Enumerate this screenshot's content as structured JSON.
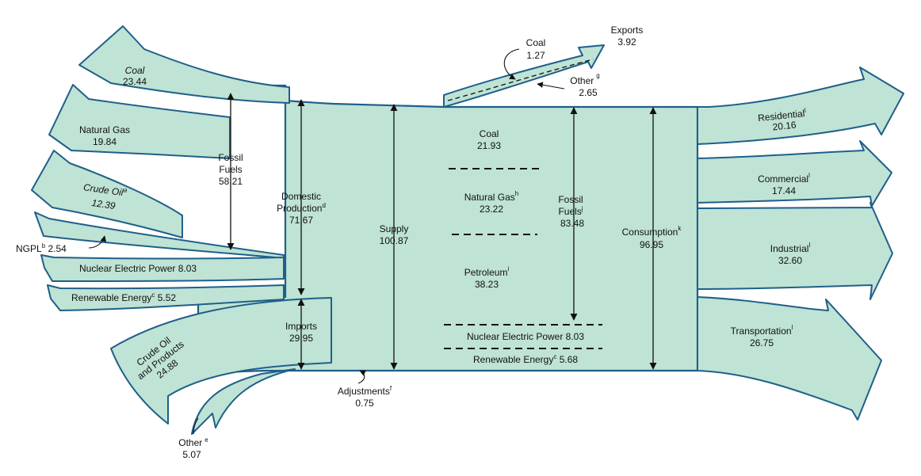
{
  "inputs": {
    "coal": {
      "label": "Coal",
      "value": "23.44"
    },
    "natural_gas": {
      "label": "Natural Gas",
      "value": "19.84"
    },
    "crude_oil": {
      "label": "Crude Oil",
      "sup": "a",
      "value": "12.39"
    },
    "ngpl": {
      "label": "NGPL",
      "sup": "b",
      "value": "2.54"
    },
    "nuclear": {
      "label": "Nuclear Electric Power 8.03"
    },
    "renewable": {
      "label": "Renewable Energy",
      "sup": "c",
      "value": "5.52"
    },
    "crude_oil_products": {
      "line1": "Crude Oil",
      "line2": "and Products",
      "value": "24.88"
    },
    "other_imports": {
      "label": "Other",
      "sup": "e",
      "value": "5.07"
    }
  },
  "left_totals": {
    "fossil_fuels": {
      "line1": "Fossil",
      "line2": "Fuels",
      "value": "58.21"
    },
    "domestic_production": {
      "line1": "Domestic",
      "line2": "Production",
      "sup": "d",
      "value": "71.67"
    },
    "imports": {
      "label": "Imports",
      "value": "29.95"
    }
  },
  "supply": {
    "label": "Supply",
    "value": "100.87"
  },
  "adjustments": {
    "label": "Adjustments",
    "sup": "f",
    "value": "0.75"
  },
  "exports": {
    "label": "Exports",
    "value": "3.92",
    "coal": {
      "label": "Coal",
      "value": "1.27"
    },
    "other": {
      "label": "Other",
      "sup": "g",
      "value": "2.65"
    }
  },
  "middle": {
    "coal": {
      "label": "Coal",
      "value": "21.93"
    },
    "natural_gas": {
      "label": "Natural Gas",
      "sup": "h",
      "value": "23.22"
    },
    "petroleum": {
      "label": "Petroleum",
      "sup": "i",
      "value": "38.23"
    },
    "nuclear": {
      "label": "Nuclear Electric Power 8.03"
    },
    "renewable": {
      "label": "Renewable Energy",
      "sup": "c",
      "value": "5.68"
    }
  },
  "fossil_fuels_consumed": {
    "line1": "Fossil",
    "line2": "Fuels",
    "sup": "j",
    "value": "83.48"
  },
  "consumption": {
    "label": "Consumption",
    "sup": "k",
    "value": "96.95"
  },
  "sectors": {
    "residential": {
      "label": "Residential",
      "sup": "l",
      "value": "20.16"
    },
    "commercial": {
      "label": "Commercial",
      "sup": "l",
      "value": "17.44"
    },
    "industrial": {
      "label": "Industrial",
      "sup": "l",
      "value": "32.60"
    },
    "transportation": {
      "label": "Transportation",
      "sup": "l",
      "value": "26.75"
    }
  },
  "colors": {
    "flow_fill": "#bfe3d4",
    "flow_stroke": "#1f5f8b",
    "text": "#111111"
  }
}
